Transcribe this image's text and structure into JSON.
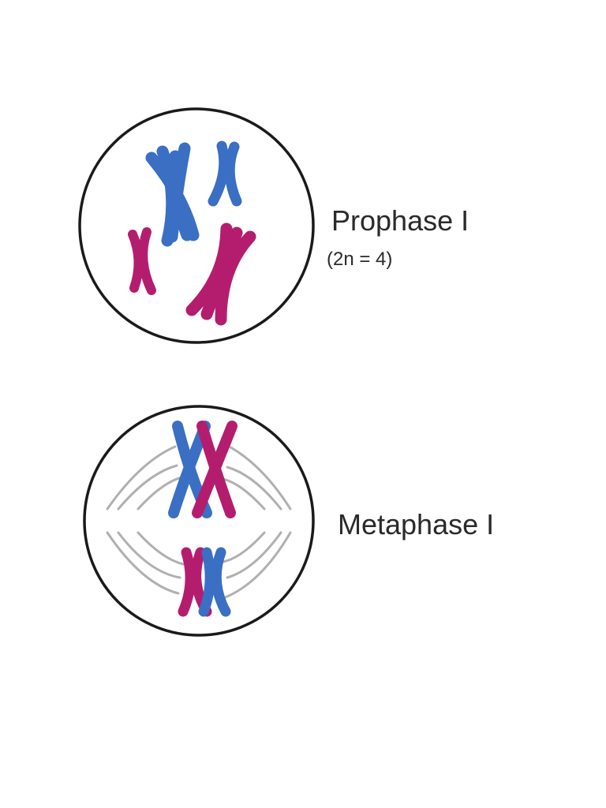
{
  "diagram": {
    "colors": {
      "blue": "#3a6fc4",
      "magenta": "#b41d6e",
      "membrane": "#1a1a1a",
      "spindle": "#b0b0b0",
      "text": "#2a2a2a",
      "background": "#ffffff"
    },
    "stages": [
      {
        "id": "prophase",
        "label": "Prophase I",
        "note": "(2n = 4)"
      },
      {
        "id": "metaphase",
        "label": "Metaphase I"
      }
    ]
  }
}
